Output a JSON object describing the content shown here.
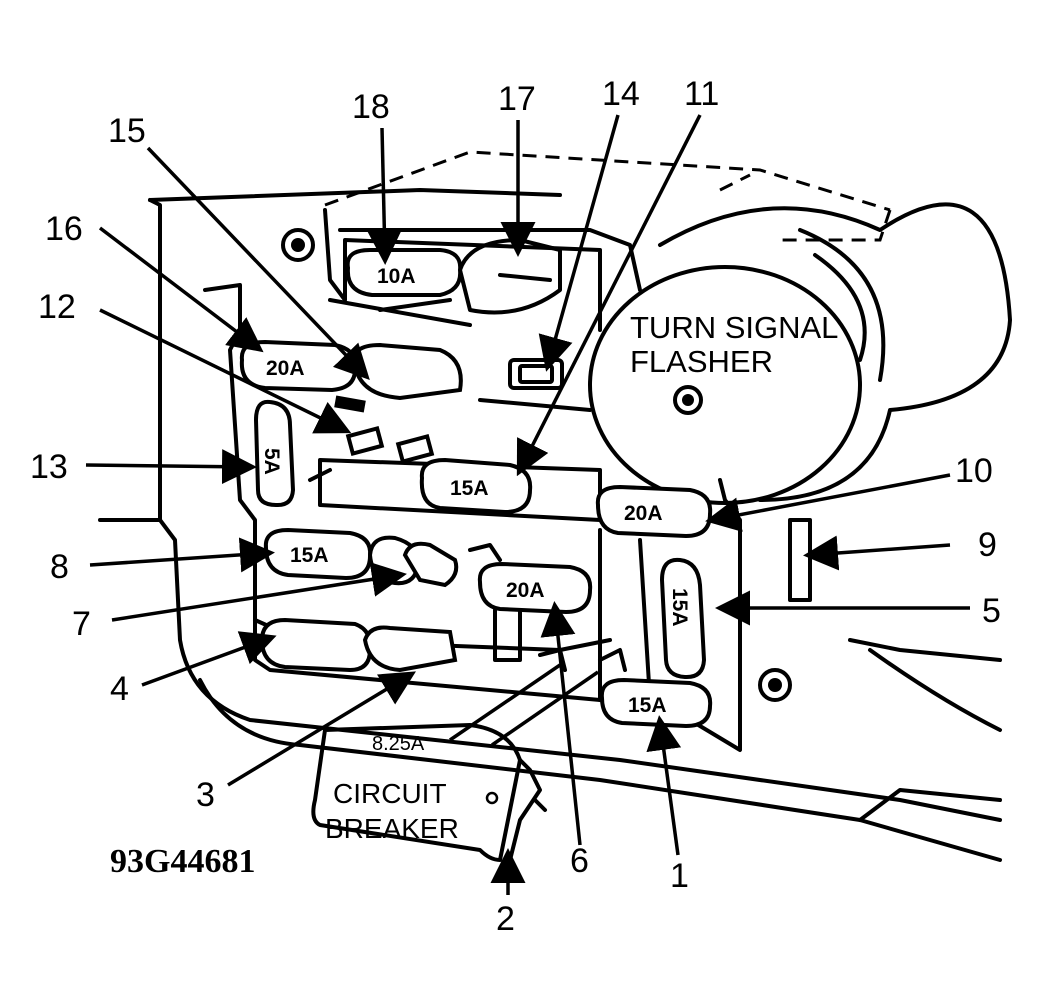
{
  "callouts": [
    "1",
    "2",
    "3",
    "4",
    "5",
    "6",
    "7",
    "8",
    "9",
    "10",
    "11",
    "12",
    "13",
    "14",
    "15",
    "16",
    "17",
    "18"
  ],
  "fuse_ratings": {
    "f18": "10A",
    "f16": "20A",
    "f13": "5A",
    "f11": "15A",
    "f10": "20A",
    "f8": "15A",
    "f6": "20A",
    "f5": "15A",
    "f1": "15A"
  },
  "flasher": {
    "line1": "TURN SIGNAL",
    "line2": "FLASHER"
  },
  "circuit_breaker": {
    "rating": "8.25A",
    "line1": "CIRCUIT",
    "line2": "BREAKER"
  },
  "figure_id": "93G44681"
}
